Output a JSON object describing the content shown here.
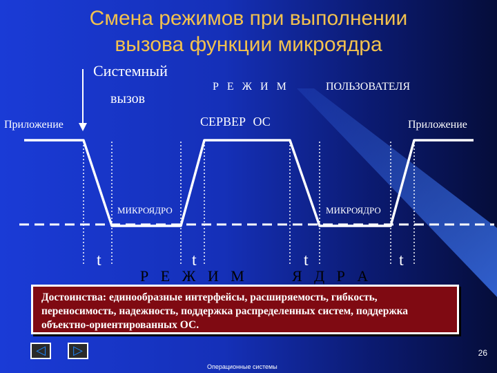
{
  "title_line1": "Смена режимов при выполнении",
  "title_line2": "вызова функции микроядра",
  "labels": {
    "system_call_1": "Системный",
    "system_call_2": "вызов",
    "user_mode": "Р Е Ж И М",
    "user_mode_2": "ПОЛЬЗОВАТЕЛЯ",
    "server_os": "СЕРВЕР ОС",
    "app_left": "Приложение",
    "app_right": "Приложение",
    "microkernel_left": "МИКРОЯДРО",
    "microkernel_right": "МИКРОЯДРО",
    "t": "t",
    "kernel_mode_1": "Р Е Ж И М",
    "kernel_mode_2": "Я Д Р А"
  },
  "advantages": "Достоинства: единообразные интерфейсы, расширяемость, гибкость, переносимость, надежность, поддержка распределенных систем, поддержка объектно-ориентированных ОС.",
  "nav": {
    "prev_icon": "triangle-left-icon",
    "next_icon": "triangle-right-icon"
  },
  "page_number": "26",
  "footer": "Операционные системы",
  "colors": {
    "title": "#f2c14e",
    "advantages_bg": "#7f0a12"
  }
}
